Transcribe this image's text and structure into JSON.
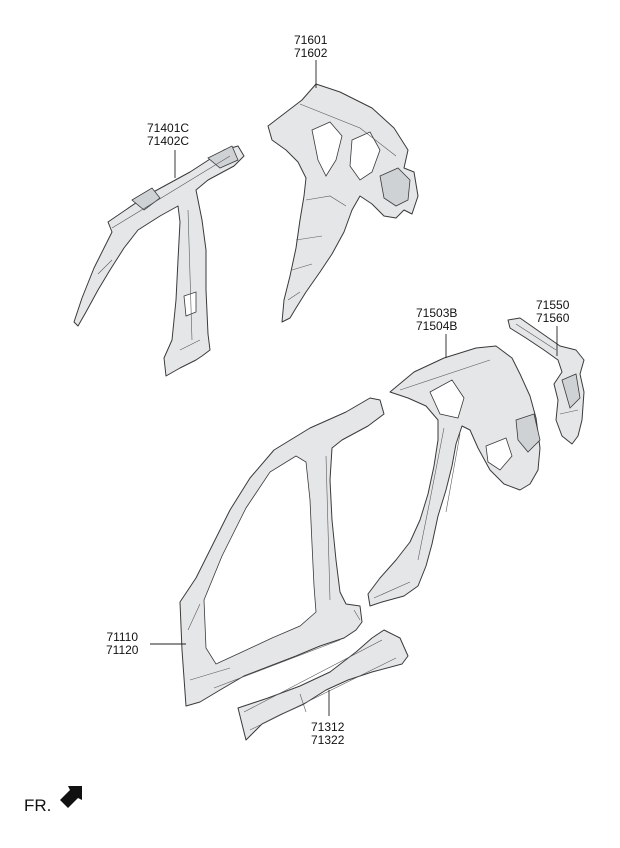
{
  "callouts": {
    "upper_right_quarter": [
      "71601",
      "71602"
    ],
    "center_pillar_inner": [
      "71401C",
      "71402C"
    ],
    "quarter_inner": [
      "71503B",
      "71504B"
    ],
    "rear_extension": [
      "71550",
      "71560"
    ],
    "side_outer": [
      "71110",
      "71120"
    ],
    "side_sill": [
      "71312",
      "71322"
    ]
  },
  "front_indicator": "FR.",
  "colors": {
    "part_fill": "#e4e6e8",
    "outline": "#3a3a3a"
  }
}
